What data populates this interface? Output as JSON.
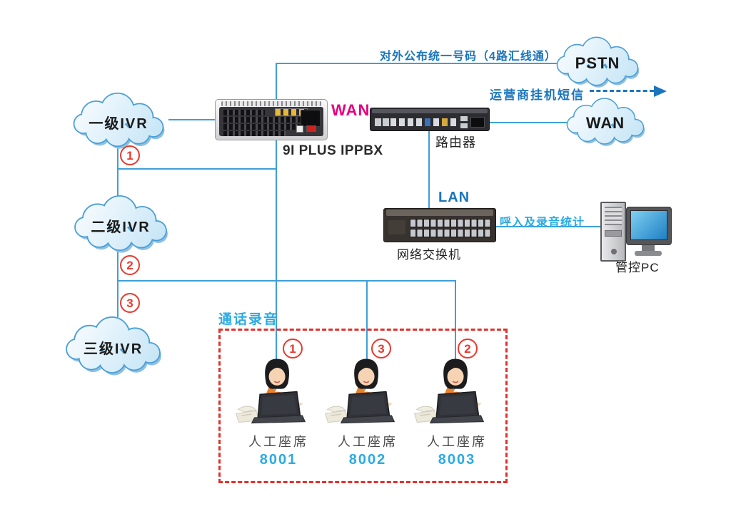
{
  "diagram": {
    "top_link_label": "对外公布统一号码（4路汇线通）",
    "sms_label": "运营商挂机短信",
    "recording_zone_label": "通话录音",
    "clouds": {
      "ivr1": "一级IVR",
      "ivr2": "二级IVR",
      "ivr3": "三级IVR",
      "pstn": "PSTN",
      "wan": "WAN"
    },
    "devices": {
      "ippbx_label": "9I PLUS IPPBX",
      "wan_port_label": "WAN",
      "router_label": "路由器",
      "lan_label": "LAN",
      "switch_label": "网络交换机",
      "stats_label": "呼入及录音统计",
      "pc_label": "管控PC"
    },
    "ivr_badges": {
      "first": "1",
      "second": "2",
      "third": "3"
    },
    "agent_badges": {
      "agent1": "1",
      "agent2": "3",
      "agent3": "2"
    },
    "agents": [
      {
        "title": "人工座席",
        "extension": "8001"
      },
      {
        "title": "人工座席",
        "extension": "8002"
      },
      {
        "title": "人工座席",
        "extension": "8003"
      }
    ],
    "colors": {
      "connector_blue": "#3E9FD8",
      "label_blue": "#1B75BC",
      "cyan": "#29ABE2",
      "magenta": "#E6007E",
      "red": "#E8392E"
    }
  }
}
